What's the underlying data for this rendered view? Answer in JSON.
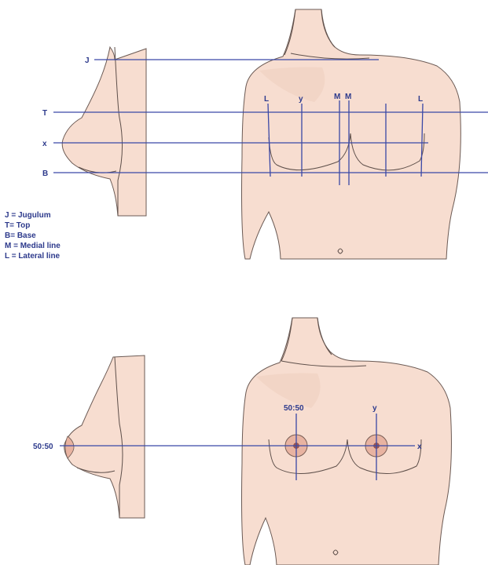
{
  "top_panel": {
    "labels": {
      "j": "J",
      "t": "T",
      "x": "x",
      "b": "B",
      "l_left": "L",
      "y": "y",
      "m_left": "M",
      "m_right": "M",
      "l_right": "L"
    },
    "legend": [
      "J = Jugulum",
      "T= Top",
      "B= Base",
      "M = Medial line",
      "L = Lateral line"
    ]
  },
  "bottom_panel": {
    "labels": {
      "ratio_side": "50:50",
      "ratio_front": "50:50",
      "y": "y",
      "x": "x"
    }
  },
  "colors": {
    "guide_lines": "#3a48a6",
    "label_text": "#2d3a8c",
    "skin": "#f7ddd0",
    "areola": "#e8b3a1"
  }
}
